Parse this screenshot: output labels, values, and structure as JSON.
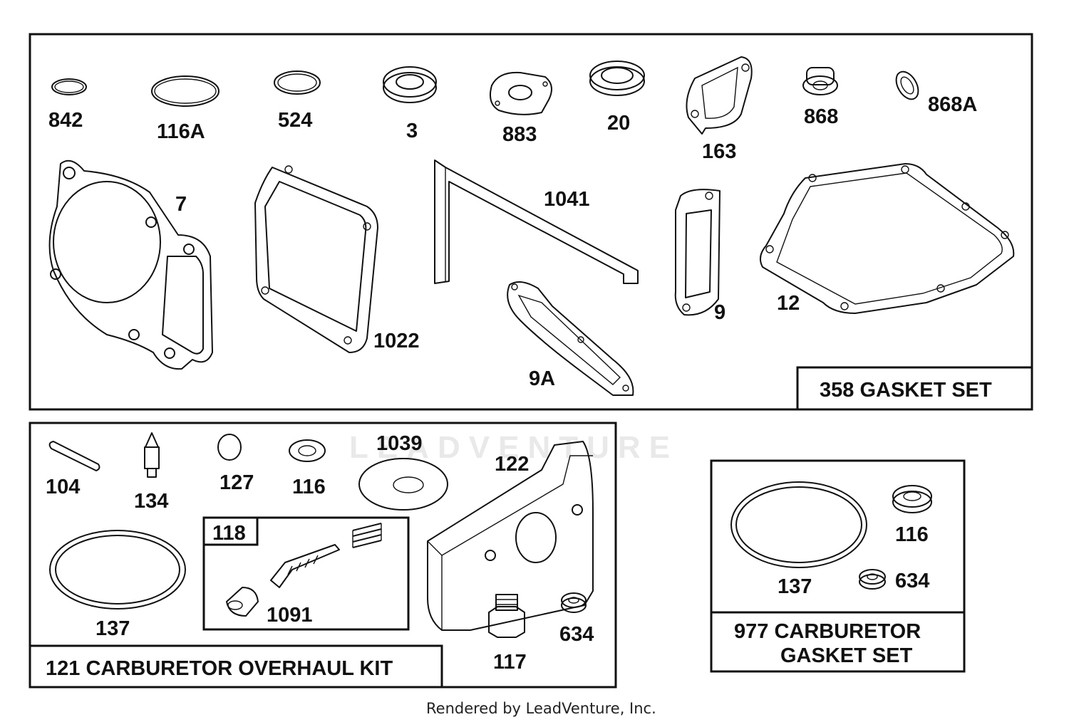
{
  "watermark": "LEADVENTURE",
  "footer": "Rendered by LeadVenture, Inc.",
  "kits": {
    "gasket_set": "358 GASKET SET",
    "overhaul_kit": "121 CARBURETOR OVERHAUL KIT",
    "carb_gasket_line1": "977 CARBURETOR",
    "carb_gasket_line2": "GASKET SET"
  },
  "part_numbers": {
    "p842": "842",
    "p116A": "116A",
    "p524": "524",
    "p3": "3",
    "p883": "883",
    "p20": "20",
    "p163": "163",
    "p868": "868",
    "p868A": "868A",
    "p7": "7",
    "p1022": "1022",
    "p1041": "1041",
    "p9": "9",
    "p9A": "9A",
    "p12": "12",
    "p104": "104",
    "p134": "134",
    "p127": "127",
    "p116": "116",
    "p1039": "1039",
    "p122": "122",
    "p137": "137",
    "p118": "118",
    "p1091": "1091",
    "p117": "117",
    "p634": "634",
    "p977_116": "116",
    "p977_137": "137",
    "p977_634": "634"
  }
}
